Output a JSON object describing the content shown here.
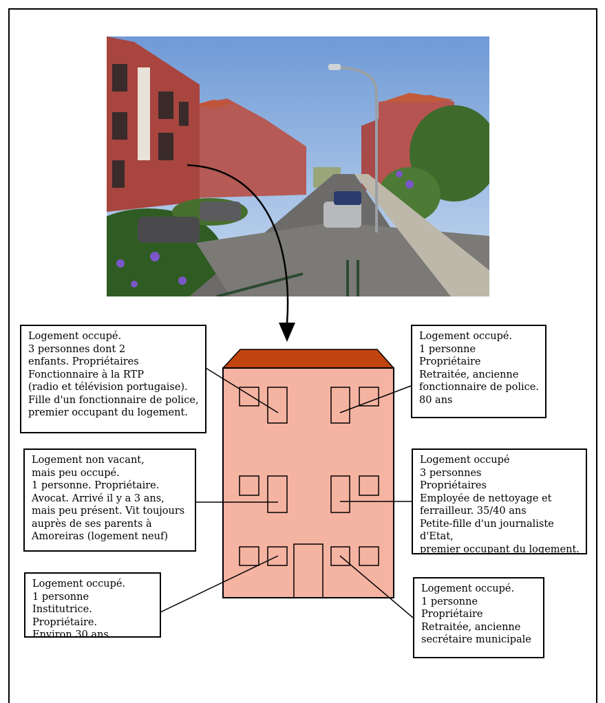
{
  "colors": {
    "wall": "#f5b3a2",
    "roof": "#c1440e",
    "outline": "#000000",
    "sky": "#8fb4e3"
  },
  "photo": {
    "subject": "street-with-pink-apartment-buildings"
  },
  "units": {
    "top_left": "Logement occupé.\n3 personnes dont 2\nenfants. Propriétaires\nFonctionnaire à la RTP\n(radio et télévision portugaise).\nFille d'un fonctionnaire de police,\npremier occupant du logement.",
    "top_right": "Logement occupé.\n1 personne\nPropriétaire\nRetraitée, ancienne\nfonctionnaire de police.\n80 ans",
    "mid_left": "Logement non vacant,\nmais peu occupé.\n1 personne. Propriétaire.\nAvocat. Arrivé il y a 3 ans,\nmais peu présent. Vit toujours\nauprès de ses parents à\nAmoreiras (logement neuf)",
    "mid_right": "Logement occupé\n3 personnes\nPropriétaires\nEmployée de nettoyage et\nferrailleur. 35/40 ans\nPetite-fille d'un journaliste d'Etat,\npremier occupant du logement.",
    "bottom_left": "Logement occupé.\n1 personne\nInstitutrice. Propriétaire.\nEnviron 30 ans",
    "bottom_right": "Logement occupé.\n1 personne\nPropriétaire\nRetraitée, ancienne\nsecrétaire municipale"
  }
}
